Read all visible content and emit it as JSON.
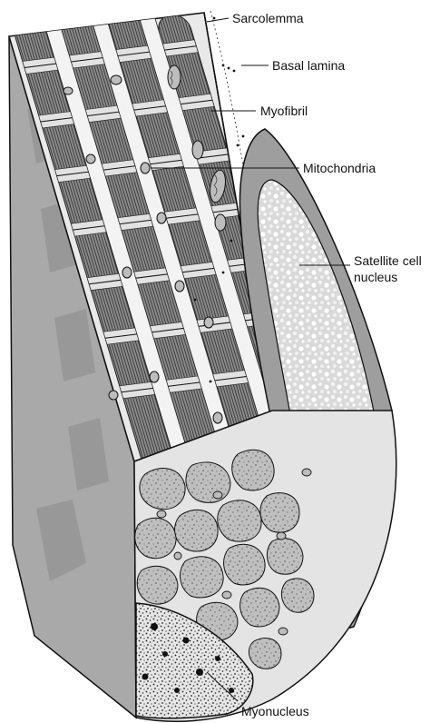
{
  "figure": {
    "labels": {
      "sarcolemma": "Sarcolemma",
      "basal_lamina": "Basal lamina",
      "myofibril": "Myofibril",
      "mitochondria": "Mitochondria",
      "satellite_cell_nucleus_line1": "Satellite cell",
      "satellite_cell_nucleus_line2": "nucleus",
      "myonucleus": "Myonucleus"
    }
  }
}
